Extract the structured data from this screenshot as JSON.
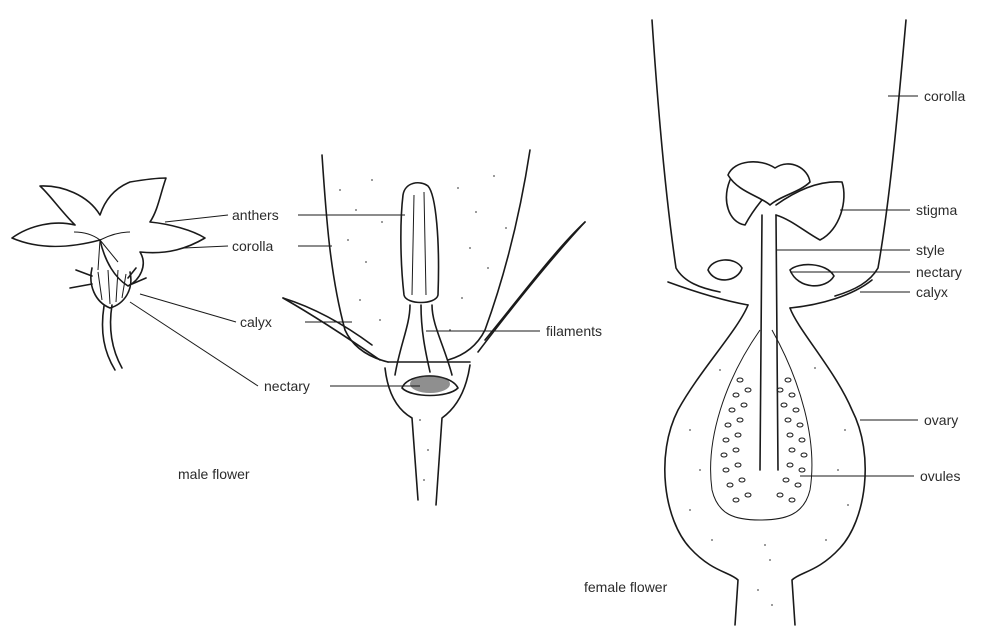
{
  "male": {
    "caption": "male flower",
    "labels": {
      "anthers": "anthers",
      "corolla": "corolla",
      "calyx": "calyx",
      "filaments": "filaments",
      "nectary": "nectary"
    }
  },
  "female": {
    "caption": "female flower",
    "labels": {
      "corolla": "corolla",
      "stigma": "stigma",
      "style": "style",
      "nectary": "nectary",
      "calyx": "calyx",
      "ovary": "ovary",
      "ovules": "ovules"
    }
  },
  "colors": {
    "ink": "#1a1a1a",
    "text": "#2b2b2b",
    "background": "#ffffff"
  }
}
